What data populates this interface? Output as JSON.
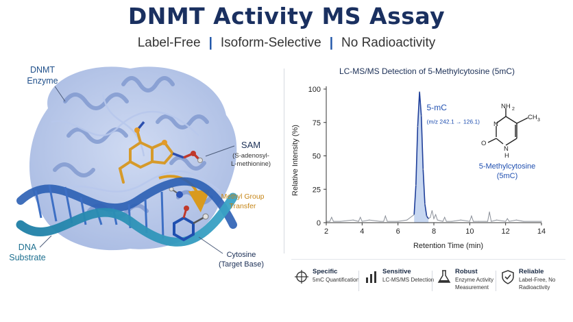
{
  "header": {
    "title": "DNMT Activity MS Assay",
    "tags": [
      "Label-Free",
      "Isoform-Selective",
      "No Radioactivity"
    ],
    "separator": "|"
  },
  "illustration": {
    "labels": {
      "enzyme": [
        "DNMT",
        "Enzyme"
      ],
      "sam": "SAM",
      "sam_full": [
        "(S-adenosyl-",
        "L-methionine)"
      ],
      "methyl": [
        "Methyl Group",
        "Transfer"
      ],
      "dna": [
        "DNA",
        "Substrate"
      ],
      "cytosine": [
        "Cytosine",
        "(Target Base)"
      ]
    },
    "colors": {
      "enzyme": "#9db3dd",
      "dna_backbone_a": "#2f8fb0",
      "dna_backbone_b": "#2b5fb4",
      "sam": "#e0a63a",
      "methyl_arrow": "#d99a1e"
    }
  },
  "chart_data": {
    "type": "line",
    "title": "LC-MS/MS Detection of 5-Methylcytosine (5mC)",
    "xlabel": "Retention Time (min)",
    "ylabel": "Relative Intensity (%)",
    "xlim": [
      2,
      14
    ],
    "ylim": [
      0,
      100
    ],
    "xticks": [
      "2",
      "4",
      "6",
      "8",
      "10",
      "12",
      "14"
    ],
    "yticks": [
      "0",
      "25",
      "50",
      "75",
      "100"
    ],
    "series": [
      {
        "name": "5-mC",
        "x": [
          2.0,
          2.2,
          2.3,
          2.4,
          2.8,
          3.5,
          3.8,
          3.9,
          4.0,
          4.4,
          5.0,
          5.2,
          5.3,
          5.4,
          6.0,
          6.5,
          6.9,
          7.0,
          7.1,
          7.2,
          7.3,
          7.4,
          7.5,
          7.6,
          7.7,
          7.8,
          7.9,
          8.0,
          8.1,
          8.2,
          8.5,
          8.6,
          8.7,
          9.0,
          9.5,
          10.0,
          10.1,
          10.2,
          10.5,
          11.0,
          11.1,
          11.2,
          11.5,
          12.0,
          12.1,
          12.2,
          12.6,
          13.0,
          14.0
        ],
        "y": [
          1,
          1,
          4,
          1,
          1,
          2,
          1,
          4,
          1,
          2,
          1,
          1,
          5,
          1,
          1,
          2,
          6,
          28,
          72,
          98,
          80,
          40,
          14,
          5,
          3,
          4,
          9,
          3,
          6,
          2,
          1,
          4,
          1,
          1,
          2,
          1,
          5,
          1,
          1,
          1,
          8,
          1,
          2,
          1,
          3,
          1,
          2,
          1,
          1
        ]
      }
    ],
    "peak_label": "5-mC",
    "peak_transition": "(m/z 242.1 → 126.1)",
    "grid": false
  },
  "structure": {
    "atoms": {
      "n1": "N",
      "n3": "N",
      "h": "H",
      "nh2": "NH",
      "nh2_sub": "2",
      "o": "O",
      "ch3": "CH",
      "ch3_sub": "3"
    },
    "name": [
      "5-Methylcytosine",
      "(5mC)"
    ]
  },
  "features": [
    {
      "icon": "crosshair-icon",
      "title": "Specific",
      "lines": [
        "5mC Quantification"
      ]
    },
    {
      "icon": "bar-chart-icon",
      "title": "Sensitive",
      "lines": [
        "LC-MS/MS Detection"
      ]
    },
    {
      "icon": "flask-icon",
      "title": "Robust",
      "lines": [
        "Enzyme Activity",
        "Measurement"
      ]
    },
    {
      "icon": "shield-check-icon",
      "title": "Reliable",
      "lines": [
        "Label-Free, No",
        "Radioactivity"
      ]
    }
  ]
}
